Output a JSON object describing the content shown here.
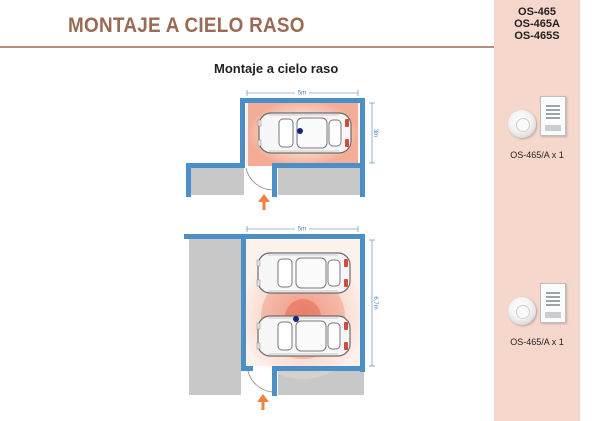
{
  "header": {
    "title": "MONTAJE A CIELO RASO"
  },
  "models": [
    "OS-465",
    "OS-465A",
    "OS-465S"
  ],
  "diagram_title": "Montaje a cielo raso",
  "diagrams": [
    {
      "width_label": "5m",
      "depth_label": "3m"
    },
    {
      "width_label": "5m",
      "depth_label": "6,7m"
    }
  ],
  "devices": [
    {
      "caption": "OS-465/A x 1"
    },
    {
      "caption": "OS-465/A x 1"
    }
  ],
  "colors": {
    "title": "#9c6a53",
    "side_panel": "#f5d7cc",
    "wall": "#4b8fc6",
    "floor": "#c8c8c8",
    "coverage": "#f2a58c",
    "arrow": "#f0813e"
  }
}
